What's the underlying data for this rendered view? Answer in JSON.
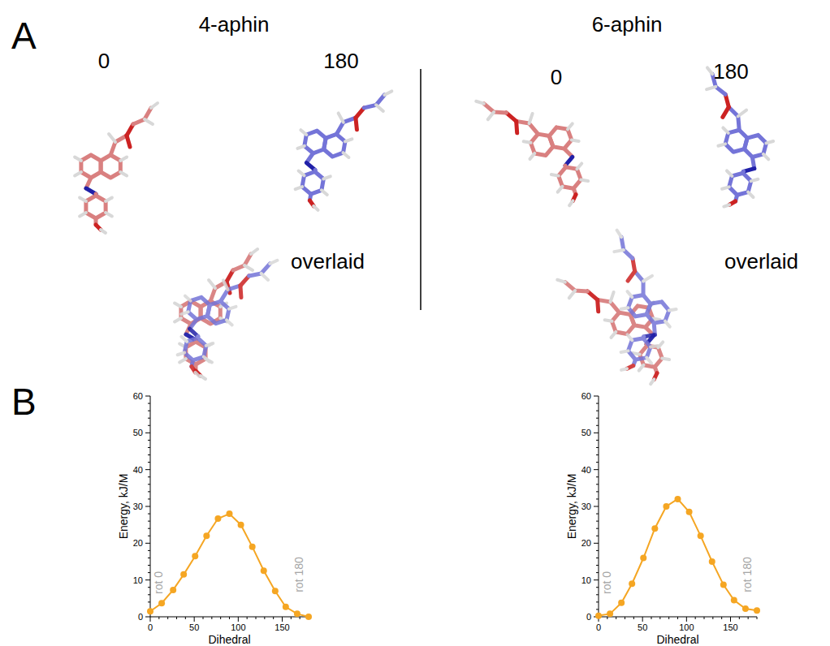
{
  "diagram": {
    "labels": [
      "A",
      "4-aphin",
      "0",
      "180",
      "overlaid",
      "6-aphin",
      "0",
      "180",
      "overlaid",
      "B",
      "60",
      "50",
      "40",
      "30",
      "20",
      "10",
      "0",
      "0",
      "50",
      "100",
      "150",
      "Energy, kJ/M",
      "Dihedral",
      "rot 0",
      "rot 180",
      "60",
      "50",
      "40",
      "30",
      "20",
      "10",
      "0",
      "0",
      "50",
      "100",
      "150",
      "Energy, kJ/M",
      "Dihedral",
      "rot 0",
      "rot 180"
    ]
  }
}
